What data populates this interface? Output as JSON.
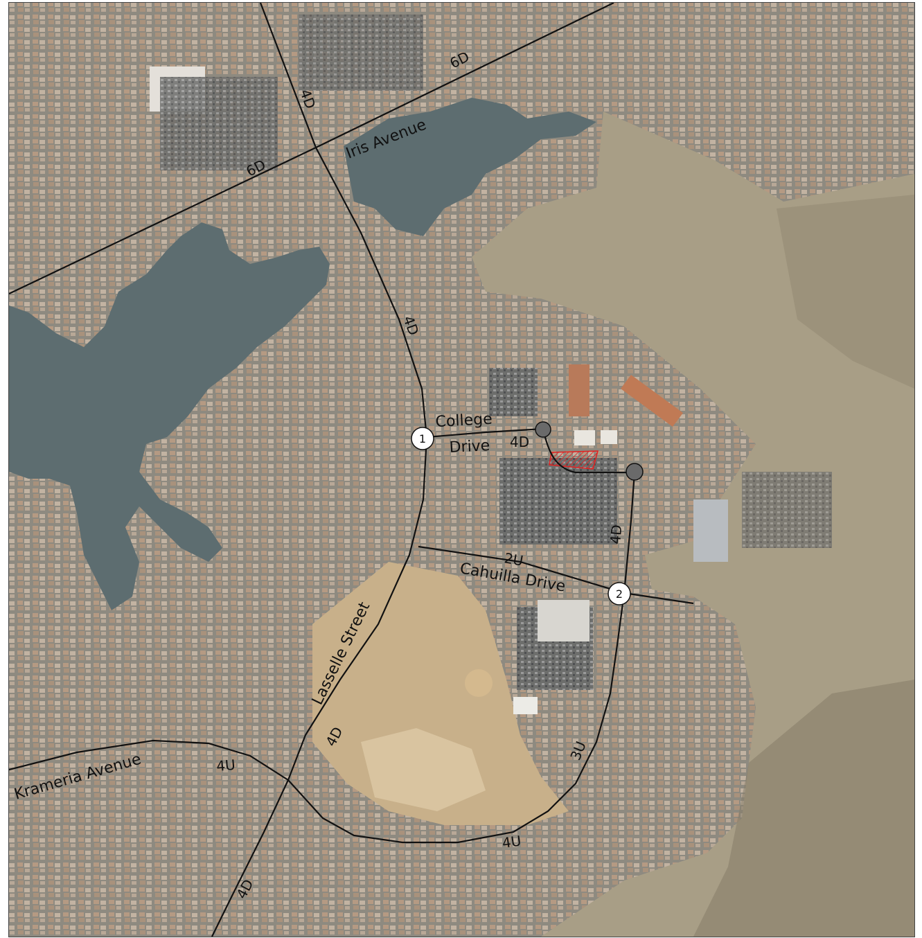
{
  "map": {
    "roads": [
      {
        "id": "iris",
        "name": "Iris Avenue"
      },
      {
        "id": "lasselle",
        "name": "Lasselle Street"
      },
      {
        "id": "krameria",
        "name": "Krameria Avenue"
      },
      {
        "id": "college",
        "name_line1": "College",
        "name_line2": "Drive"
      },
      {
        "id": "cahuilla",
        "name": "Cahuilla Drive"
      }
    ],
    "lane_labels": {
      "iris_east": "6D",
      "iris_west": "6D",
      "lasselle_north": "4D",
      "lasselle_mid": "4D",
      "lasselle_south": "4D",
      "lasselle_far_south": "4D",
      "college": "4D",
      "campus_connector": "4D",
      "cahuilla": "2U",
      "krameria": "4U",
      "loop_south": "4U",
      "loop_east": "3U"
    },
    "intersections": [
      {
        "id": "int-1",
        "number": "1"
      },
      {
        "id": "int-2",
        "number": "2"
      }
    ],
    "colors": {
      "road_line": "#111111",
      "project_site": "#e02020",
      "water": "#5d6d70",
      "hills": "#a89e86",
      "urban": "#9a968a"
    }
  }
}
